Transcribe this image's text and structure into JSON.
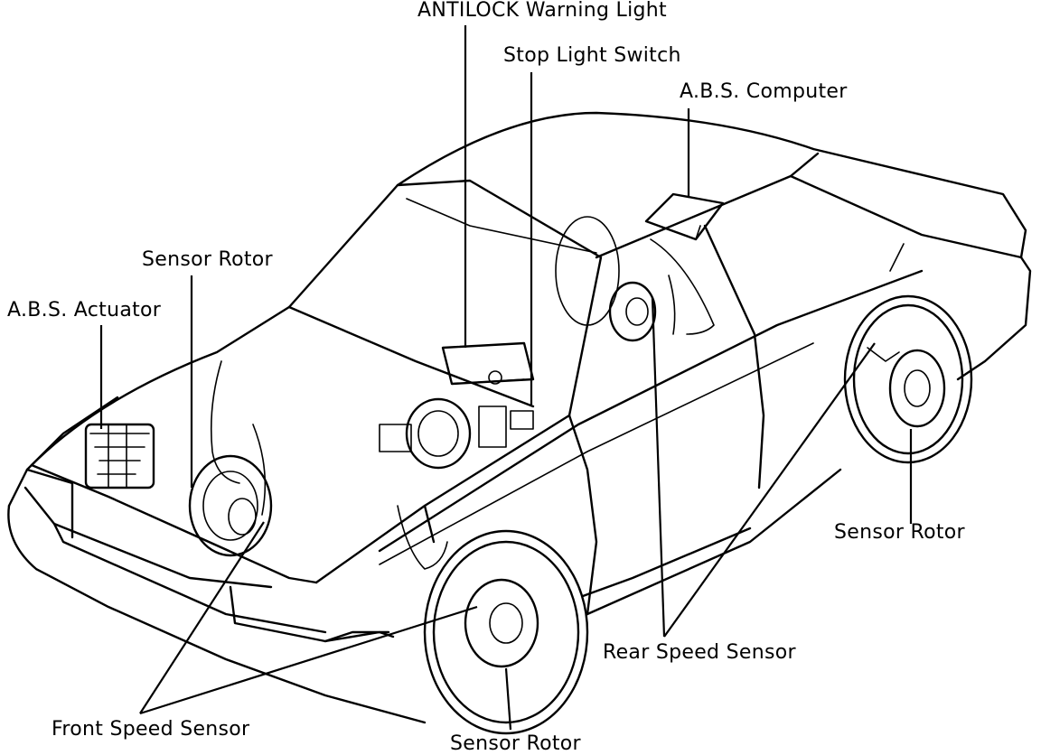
{
  "labels": {
    "antilock_warning_light": "ANTILOCK Warning Light",
    "stop_light_switch": "Stop Light Switch",
    "abs_computer": "A.B.S. Computer",
    "sensor_rotor_front_left": "Sensor Rotor",
    "abs_actuator": "A.B.S. Actuator",
    "sensor_rotor_rear_right": "Sensor Rotor",
    "rear_speed_sensor": "Rear Speed Sensor",
    "front_speed_sensor": "Front Speed Sensor",
    "sensor_rotor_front_right": "Sensor Rotor"
  },
  "colors": {
    "ink": "#000000",
    "paper": "#ffffff"
  }
}
